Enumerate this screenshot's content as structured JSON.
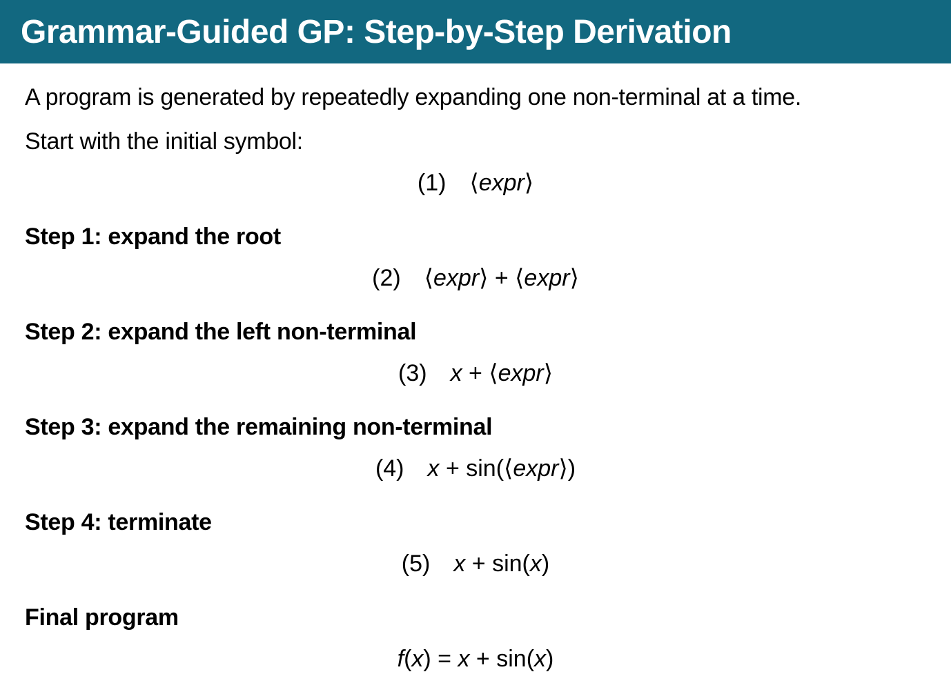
{
  "title": "Grammar-Guided GP: Step-by-Step Derivation",
  "colors": {
    "header_bg": "#126880",
    "header_text": "#ffffff",
    "body_text": "#000000"
  },
  "intro": [
    "A program is generated by repeatedly expanding one non-terminal at a time.",
    "Start with the initial symbol:"
  ],
  "blocks": [
    {
      "heading": "",
      "number": "(1)",
      "tokens": [
        {
          "t": "⟨"
        },
        {
          "t": "expr",
          "i": true
        },
        {
          "t": "⟩"
        }
      ]
    },
    {
      "heading": "Step 1: expand the root",
      "number": "(2)",
      "tokens": [
        {
          "t": "⟨"
        },
        {
          "t": "expr",
          "i": true
        },
        {
          "t": "⟩"
        },
        {
          "t": " + "
        },
        {
          "t": "⟨"
        },
        {
          "t": "expr",
          "i": true
        },
        {
          "t": "⟩"
        }
      ]
    },
    {
      "heading": "Step 2: expand the left non-terminal",
      "number": "(3)",
      "tokens": [
        {
          "t": "x",
          "i": true
        },
        {
          "t": " + "
        },
        {
          "t": "⟨"
        },
        {
          "t": "expr",
          "i": true
        },
        {
          "t": "⟩"
        }
      ]
    },
    {
      "heading": "Step 3: expand the remaining non-terminal",
      "number": "(4)",
      "tokens": [
        {
          "t": "x",
          "i": true
        },
        {
          "t": " + sin("
        },
        {
          "t": "⟨"
        },
        {
          "t": "expr",
          "i": true
        },
        {
          "t": "⟩"
        },
        {
          "t": ")"
        }
      ]
    },
    {
      "heading": "Step 4: terminate",
      "number": "(5)",
      "tokens": [
        {
          "t": "x",
          "i": true
        },
        {
          "t": " + sin("
        },
        {
          "t": "x",
          "i": true
        },
        {
          "t": ")"
        }
      ]
    },
    {
      "heading": "Final program",
      "number": "",
      "tokens": [
        {
          "t": "f",
          "i": true
        },
        {
          "t": "("
        },
        {
          "t": "x",
          "i": true
        },
        {
          "t": ") = "
        },
        {
          "t": "x",
          "i": true
        },
        {
          "t": " + sin("
        },
        {
          "t": "x",
          "i": true
        },
        {
          "t": ")"
        }
      ]
    }
  ]
}
